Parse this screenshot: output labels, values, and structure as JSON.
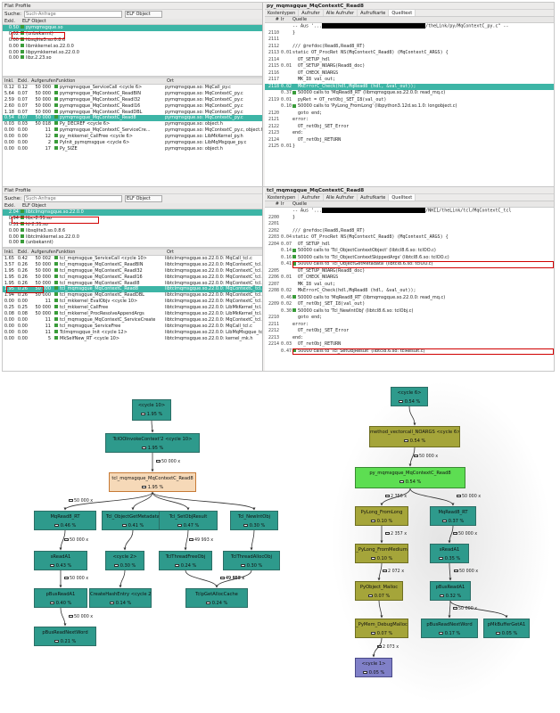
{
  "panel1": {
    "title": "Flat Profile",
    "search_label": "Suche:",
    "search_placeholder": "Such-Anfrage",
    "elf_select": "ELF Object",
    "elf_header": [
      "Exkl.",
      "ELF Object"
    ],
    "elf_rows": [
      {
        "v": "0.50",
        "name": "pymqmsgque.so"
      },
      {
        "v": "0.02",
        "name": "(unbekannt)"
      },
      {
        "v": "0.00",
        "name": "libsqlite3.so.0.8.6"
      },
      {
        "v": "0.00",
        "name": "libmkkernel.so.22.0.0"
      },
      {
        "v": "0.00",
        "name": "libpymkkernel.so.22.0.0"
      },
      {
        "v": "0.00",
        "name": "libz.2.23.so"
      }
    ],
    "func_header": [
      "Inkl.",
      "Exkl.",
      "Aufgerufen",
      "Funktion",
      "Ort"
    ],
    "func_rows": [
      {
        "incl": "0.12",
        "excl": "0.12",
        "calls": "50 000",
        "fn": "pymqmsgque_ServiceCall <cycle 6>",
        "loc": "pymqmsgque.so: MqCall_py.c"
      },
      {
        "incl": "5.64",
        "excl": "0.07",
        "calls": "50 000",
        "fn": "pymqmsgque_MqContextC_ReadBIN",
        "loc": "pymqmsgque.so: MqContextC_py.c"
      },
      {
        "incl": "2.59",
        "excl": "0.07",
        "calls": "50 000",
        "fn": "pymqmsgque_MqContextC_ReadI32",
        "loc": "pymqmsgque.so: MqContextC_py.c"
      },
      {
        "incl": "2.60",
        "excl": "0.07",
        "calls": "50 000",
        "fn": "pymqmsgque_MqContextC_ReadI16",
        "loc": "pymqmsgque.so: MqContextC_py.c"
      },
      {
        "incl": "1.18",
        "excl": "0.07",
        "calls": "50 000",
        "fn": "pymqmsgque_MqContextC_ReadDBL",
        "loc": "pymqmsgque.so: MqContextC_py.c"
      },
      {
        "incl": "0.54",
        "excl": "0.07",
        "calls": "50 000",
        "fn": "pymqmsgque_MqContextC_Read8",
        "loc": "pymqmsgque.so: MqContextC_py.c"
      },
      {
        "incl": "0.03",
        "excl": "0.03",
        "calls": "50 018",
        "fn": "Py_DECREF <cycle 6>",
        "loc": "pymqmsgque.so: object.h"
      },
      {
        "incl": "0.00",
        "excl": "0.00",
        "calls": "11",
        "fn": "pymqmsgque_MqContextC_ServiceCre...",
        "loc": "pymqmsgque.so: MqContextC_py.c, object.h"
      },
      {
        "incl": "0.00",
        "excl": "0.00",
        "calls": "12",
        "fn": "py_mkkernel_CallFree <cycle 6>",
        "loc": "pymqmsgque.so: LibMkKernel_py.h"
      },
      {
        "incl": "0.00",
        "excl": "0.00",
        "calls": "2",
        "fn": "PyInit_pymqmsgque <cycle 6>",
        "loc": "pymqmsgque.so: LibMqMsgque_py.c"
      },
      {
        "incl": "0.00",
        "excl": "0.00",
        "calls": "17",
        "fn": "Py_SIZE",
        "loc": "pymqmsgque.so: object.h"
      }
    ],
    "src_title": "py_mqmsgque_MqContextC_Read8",
    "tabs": [
      "Kostentypen",
      "Aufrufer",
      "Alle Aufrufer",
      "Aufrufkarte",
      "Quelltext"
    ],
    "src_header": [
      "#",
      "Ir",
      "Quelle"
    ],
    "src_rows": [
      {
        "ln": "",
        "ct": "",
        "tx": "-- Aus '...",
        "redact": true,
        "tx2": "/theLink/py/MqContextC_py.c\" --"
      },
      {
        "ln": "2110",
        "ct": "",
        "tx": "}"
      },
      {
        "ln": "2111",
        "ct": "",
        "tx": ""
      },
      {
        "ln": "2112",
        "ct": "",
        "tx": "/// @refdoc(Read8,Read8_RT)"
      },
      {
        "ln": "2113",
        "ct": "0.01",
        "tx": "static OT_ProcRet NS(MqContextC_Read8) (MqContextC_ARGS) {"
      },
      {
        "ln": "2114",
        "ct": "",
        "tx": "  OT_SETUP_hdl"
      },
      {
        "ln": "2115",
        "ct": "0.01",
        "tx": "  OT_SETUP_NOARG(Read8_doc)"
      },
      {
        "ln": "2116",
        "ct": "",
        "tx": "  OT_CHECK_NOARGS"
      },
      {
        "ln": "2117",
        "ct": "",
        "tx": "  MK_I8 val_out;"
      },
      {
        "ln": "2118",
        "ct": "0.02",
        "tx": "  MkErrorC_Check(hdl,MqRead8 (hdl, &val_out));",
        "hl": true
      },
      {
        "ln": "",
        "ct": "0.37",
        "tx": "50000 calls to 'MqRead8_RT' (libmqmsgque.so.22.0.0: read_mq.c)",
        "note": true
      },
      {
        "ln": "2119",
        "ct": "0.01",
        "tx": "  pyRet = OT_retObj_SET_I8(val_out)"
      },
      {
        "ln": "",
        "ct": "0.10",
        "tx": "50000 calls to 'PyLong_FromLong' (libpython3.12d.so.1.0: longobject.c)",
        "note": true
      },
      {
        "ln": "2120",
        "ct": "",
        "tx": "  goto end;"
      },
      {
        "ln": "2121",
        "ct": "",
        "tx": "error:"
      },
      {
        "ln": "2122",
        "ct": "",
        "tx": "  OT_retObj_SET_Error"
      },
      {
        "ln": "2123",
        "ct": "",
        "tx": "end:"
      },
      {
        "ln": "2124",
        "ct": "",
        "tx": "  OT_retObj_RETURN"
      },
      {
        "ln": "2125",
        "ct": "0.01",
        "tx": "}"
      }
    ]
  },
  "panel2": {
    "title": "Flat Profile",
    "search_label": "Suche:",
    "search_placeholder": "Such-Anfrage",
    "elf_select": "ELF Object",
    "elf_header": [
      "Exkl.",
      "ELF Object"
    ],
    "elf_rows": [
      {
        "v": "2.04",
        "name": "libtclmqmsgque.so.22.0.0"
      },
      {
        "v": "0.94",
        "name": "libc-2.31.so"
      },
      {
        "v": "0.31",
        "name": "ld-2.31.so"
      },
      {
        "v": "0.00",
        "name": "libsqlite3.so.0.8.6"
      },
      {
        "v": "0.00",
        "name": "libtclmkkernel.so.22.0.0"
      },
      {
        "v": "0.00",
        "name": "(unbekannt)"
      }
    ],
    "func_header": [
      "Inkl.",
      "Exkl.",
      "Aufgerufen",
      "Funktion",
      "Ort"
    ],
    "func_rows": [
      {
        "incl": "1.65",
        "excl": "0.42",
        "calls": "50 002",
        "fn": "tcl_mqmsgque_ServiceCall <cycle 10>",
        "loc": "libtclmqmsgque.so.22.0.0: MqCall_tcl.c"
      },
      {
        "incl": "3.57",
        "excl": "0.26",
        "calls": "50 000",
        "fn": "tcl_mqmsgque_MqContextC_ReadBIN",
        "loc": "libtclmqmsgque.so.22.0.0: MqContextC_tcl.c, msgque_mq.h"
      },
      {
        "incl": "1.95",
        "excl": "0.26",
        "calls": "50 000",
        "fn": "tcl_mqmsgque_MqContextC_ReadI32",
        "loc": "libtclmqmsgque.so.22.0.0: MqContextC_tcl.c, msgque_mq.h"
      },
      {
        "incl": "1.95",
        "excl": "0.26",
        "calls": "50 000",
        "fn": "tcl_mqmsgque_MqContextC_ReadI16",
        "loc": "libtclmqmsgque.so.22.0.0: MqContextC_tcl.c, msgque_mq.h"
      },
      {
        "incl": "1.95",
        "excl": "0.26",
        "calls": "50 000",
        "fn": "tcl_mqmsgque_MqContextC_ReadI8",
        "loc": "libtclmqmsgque.so.22.0.0: MqContextC_tcl.c, msgque_mq.h"
      },
      {
        "incl": "1.95",
        "excl": "0.26",
        "calls": "50 000",
        "fn": "tcl_mqmsgque_MqContextC_Read8",
        "loc": "libtclmqmsgque.so.22.0.0: MqContextC_tcl.c, msgque_mq.h"
      },
      {
        "incl": "1.94",
        "excl": "0.26",
        "calls": "50 000",
        "fn": "tcl_mqmsgque_MqContextC_ReadDBL",
        "loc": "libtclmqmsgque.so.22.0.0: MqContextC_tcl.c, msgque_mq.h"
      },
      {
        "incl": "0.00",
        "excl": "0.00",
        "calls": "11",
        "fn": "tcl_mkkernel_EvalObjv <cycle 10>",
        "loc": "libtclmqmsgque.so.22.0.0: MqContextC_tcl.c"
      },
      {
        "incl": "0.25",
        "excl": "0.25",
        "calls": "50 000",
        "fn": "tcl_mkkernel_CallFree",
        "loc": "libtclmqmsgque.so.22.0.0: LibMkKernel_tcl.h"
      },
      {
        "incl": "0.08",
        "excl": "0.08",
        "calls": "50 000",
        "fn": "tcl_mkkernel_ProcResolveAppendArgs",
        "loc": "libtclmqmsgque.so.22.0.0: LibMkKernel_tcl.h"
      },
      {
        "incl": "0.00",
        "excl": "0.00",
        "calls": "11",
        "fn": "tcl_mqmsgque_MqContextC_ServiceCreate",
        "loc": "libtclmqmsgque.so.22.0.0: MqContextC_tcl.c, msgque_mq.h"
      },
      {
        "incl": "0.00",
        "excl": "0.00",
        "calls": "11",
        "fn": "tcl_mqmsgque_ServiceFree",
        "loc": "libtclmqmsgque.so.22.0.0: MqCall_tcl.c"
      },
      {
        "incl": "0.00",
        "excl": "0.00",
        "calls": "11",
        "fn": "Tclmqmsgque_Init <cycle 12>",
        "loc": "libtclmqmsgque.so.22.0.0: LibMqMsgque_tcl.c"
      },
      {
        "incl": "0.00",
        "excl": "0.00",
        "calls": "5",
        "fn": "MkSelfNew_RT <cycle 10>",
        "loc": "libtclmqmsgque.so.22.0.0: kernel_mk.h"
      }
    ],
    "src_title": "tcl_mqmsgque_MqContextC_Read8",
    "tabs": [
      "Kostentypen",
      "Aufrufer",
      "Alle Aufrufer",
      "Aufrufkarte",
      "Quelltext"
    ],
    "src_header": [
      "#",
      "Ir",
      "Quelle"
    ],
    "src_rows": [
      {
        "ln": "",
        "ct": "",
        "tx": "-- Aus '...",
        "redact": true,
        "tx2": "/NHI1/theLink/tcl/MqContextC_tcl"
      },
      {
        "ln": "2200",
        "ct": "",
        "tx": "}"
      },
      {
        "ln": "2201",
        "ct": "",
        "tx": ""
      },
      {
        "ln": "2202",
        "ct": "",
        "tx": "/// @refdoc(Read8,Read8_RT)"
      },
      {
        "ln": "2203",
        "ct": "0.04",
        "tx": "static OT_ProcRet NS(MqContextC_Read8) (MqContextC_ARGS) {"
      },
      {
        "ln": "2204",
        "ct": "0.07",
        "tx": "  OT_SETUP_hdl"
      },
      {
        "ln": "",
        "ct": "0.14",
        "tx": "50000 calls to 'Tcl_ObjectContextObject' (libtcl8.6.so: tclOO.c)",
        "note": true
      },
      {
        "ln": "",
        "ct": "0.16",
        "tx": "50000 calls to 'Tcl_ObjectContextSkippedArgs' (libtcl8.6.so: tclOO.c)",
        "note": true
      },
      {
        "ln": "",
        "ct": "0.41",
        "tx": "50000 calls to 'Tcl_ObjectGetMetadata' (libtcl8.6.so: tclOO.c)",
        "note": true,
        "boxed": true
      },
      {
        "ln": "2205",
        "ct": "",
        "tx": "  OT_SETUP_NOARG(Read8_doc)"
      },
      {
        "ln": "2206",
        "ct": "0.01",
        "tx": "  OT_CHECK_NOARGS"
      },
      {
        "ln": "2207",
        "ct": "",
        "tx": "  MK_I8 val_out;"
      },
      {
        "ln": "2208",
        "ct": "0.02",
        "tx": "  MkErrorC_Check(hdl,MqRead8 (hdl, &val_out));"
      },
      {
        "ln": "",
        "ct": "0.46",
        "tx": "50000 calls to 'MqRead8_RT' (libmqmsgque.so.22.0.0: read_mq.c)",
        "note": true
      },
      {
        "ln": "2209",
        "ct": "0.02",
        "tx": "  OT_retObj_SET_I8(val_out)"
      },
      {
        "ln": "",
        "ct": "0.30",
        "tx": "50000 calls to 'Tcl_NewIntObj' (libtcl8.6.so: tclObj.c)",
        "note": true
      },
      {
        "ln": "2210",
        "ct": "",
        "tx": "  goto end;"
      },
      {
        "ln": "2211",
        "ct": "",
        "tx": "error:"
      },
      {
        "ln": "2212",
        "ct": "",
        "tx": "  OT_retObj_SET_Error"
      },
      {
        "ln": "2213",
        "ct": "",
        "tx": "end:"
      },
      {
        "ln": "2214",
        "ct": "0.03",
        "tx": "  OT_retObj_RETURN"
      },
      {
        "ln": "",
        "ct": "0.47",
        "tx": "50000 calls to 'Tcl_SetObjResult' (libtcl8.6.so: tclResult.c)",
        "note": true,
        "boxed": true
      }
    ]
  },
  "graph_left": {
    "nodes": [
      {
        "id": "cycle10",
        "label": "<cycle 10>",
        "pct": "1.95 %",
        "color": "teal"
      },
      {
        "id": "tcloo",
        "label": "TclOOInvokeContext'2 <cycle 10>",
        "pct": "1.95 %",
        "color": "teal"
      },
      {
        "id": "read8",
        "label": "tcl_mqmsgque_MqContextC_Read8",
        "pct": "1.95 %",
        "color": "focus"
      },
      {
        "id": "mqread8",
        "label": "MqRead8_RT",
        "pct": "0.46 %",
        "color": "teal"
      },
      {
        "id": "getmeta",
        "label": "Tcl_ObjectGetMetadata",
        "pct": "0.41 %",
        "color": "teal"
      },
      {
        "id": "setobj",
        "label": "Tcl_SetObjResult",
        "pct": "0.47 %",
        "color": "teal"
      },
      {
        "id": "newint",
        "label": "Tcl_NewIntObj",
        "pct": "0.30 %",
        "color": "teal"
      },
      {
        "id": "sreada",
        "label": "sReadA1",
        "pct": "0.43 %",
        "color": "teal"
      },
      {
        "id": "cycle2",
        "label": "<cycle 2>",
        "pct": "0.30 %",
        "color": "teal"
      },
      {
        "id": "threadfree",
        "label": "TclThreadFreeObj",
        "pct": "0.24 %",
        "color": "teal"
      },
      {
        "id": "threadalloc",
        "label": "TclThreadAllocObj",
        "pct": "0.30 %",
        "color": "teal"
      },
      {
        "id": "busread",
        "label": "pBusReadA1",
        "pct": "0.40 %",
        "color": "teal"
      },
      {
        "id": "createhash",
        "label": "CreateHashEntry <cycle 2>",
        "pct": "0.14 %",
        "color": "teal"
      },
      {
        "id": "getalloc",
        "label": "TclpGetAllocCache",
        "pct": "0.24 %",
        "color": "teal"
      },
      {
        "id": "busnext",
        "label": "pBusReadNextWord",
        "pct": "0.21 %",
        "color": "teal"
      }
    ],
    "edges": [
      "50 000 x",
      "50 000 x",
      "50 000 x",
      "50 000 x",
      "49 993 x",
      "50 000 x",
      "50 000 x",
      "49 987 x",
      "49 858 x",
      "50 000 x",
      "50 000 x"
    ]
  },
  "graph_right": {
    "nodes": [
      {
        "id": "cycle6",
        "label": "<cycle 6>",
        "pct": "0.54 %",
        "color": "teal"
      },
      {
        "id": "vcall",
        "label": "method_vectorcall_NOARGS <cycle 6>",
        "pct": "0.54 %",
        "color": "olive"
      },
      {
        "id": "pyread8",
        "label": "py_mqmsgque_MqContextC_Read8",
        "pct": "0.54 %",
        "color": "green"
      },
      {
        "id": "pylong",
        "label": "PyLong_FromLong",
        "pct": "0.10 %",
        "color": "olive"
      },
      {
        "id": "mqread8r",
        "label": "MqRead8_RT",
        "pct": "0.37 %",
        "color": "teal"
      },
      {
        "id": "pylongmed",
        "label": "_PyLong_FromMedium",
        "pct": "0.10 %",
        "color": "olive"
      },
      {
        "id": "sreadar",
        "label": "sReadA1",
        "pct": "0.35 %",
        "color": "teal"
      },
      {
        "id": "pyobjmalloc",
        "label": "PyObject_Malloc",
        "pct": "0.07 %",
        "color": "olive"
      },
      {
        "id": "busreadr",
        "label": "pBusReadA1",
        "pct": "0.32 %",
        "color": "teal"
      },
      {
        "id": "pymem",
        "label": "_PyMem_DebugMalloc",
        "pct": "0.07 %",
        "color": "olive"
      },
      {
        "id": "busnextr",
        "label": "pBusReadNextWord",
        "pct": "0.17 %",
        "color": "teal"
      },
      {
        "id": "pmk",
        "label": "pMkBufferGetA1",
        "pct": "0.05 %",
        "color": "teal"
      },
      {
        "id": "cycle1",
        "label": "<cycle 1>",
        "pct": "0.05 %",
        "color": "purple"
      }
    ],
    "edges": [
      "50 000 x",
      "2 356 x",
      "50 000 x",
      "2 357 x",
      "50 000 x",
      "2 072 x",
      "50 000 x",
      "50 000 x",
      "2 073 x"
    ]
  },
  "colors": {
    "select": "#3db5a6",
    "redbox": "#d00000",
    "teal": "#2e9a8c",
    "olive": "#a5a53a",
    "green": "#5dde52",
    "purple": "#8080c8",
    "focus": "#f6d9b8"
  }
}
